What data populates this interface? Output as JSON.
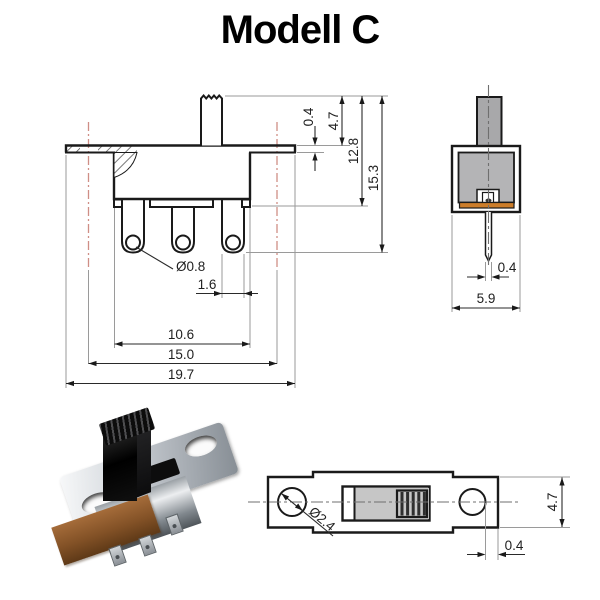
{
  "title": "Modell C",
  "front_view": {
    "dim_flange_thickness": "0.4",
    "dim_actuator_height": "4.7",
    "dim_body_height": "12.8",
    "dim_total_height": "15.3",
    "dim_pin_hole_diameter": "Ø0.8",
    "dim_pin_width": "1.6",
    "dim_pin_span": "10.6",
    "dim_hole_spacing": "15.0",
    "dim_overall_width": "19.7"
  },
  "side_view": {
    "dim_pin_thickness": "0.4",
    "dim_body_width": "5.9"
  },
  "top_view": {
    "dim_hole_diameter": "Ø2.4",
    "dim_plate_width": "4.7",
    "dim_edge_offset": "0.4"
  },
  "colors": {
    "line": "#1a1a1a",
    "extension_line": "#9a9a9a",
    "centerline_red": "#cf8e86",
    "housing_gray": "#b4b4b6",
    "actuator_gray": "#a8a8aa",
    "contact_orange": "#cc7d2a",
    "slider_gray": "#c6c6c6"
  }
}
